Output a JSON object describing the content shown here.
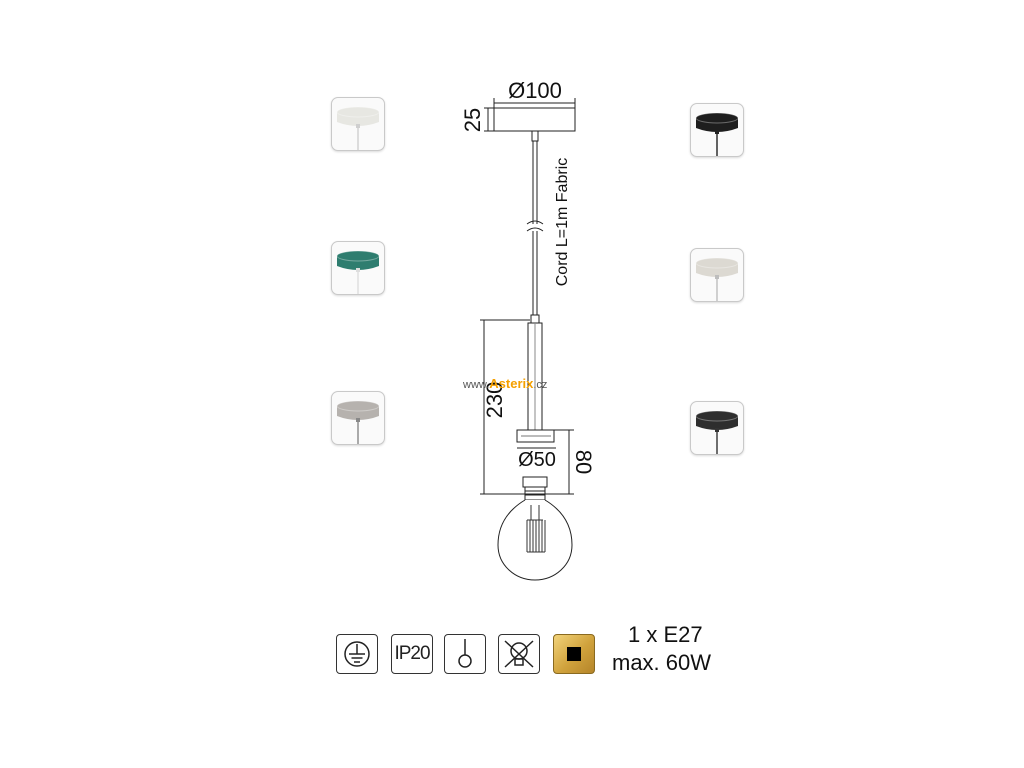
{
  "watermark": {
    "prefix": "www.",
    "brand": "Asterix",
    "suffix": ".cz"
  },
  "dimensions": {
    "canopy_diameter": "Ø100",
    "canopy_height": "25",
    "cord": "Cord L=1m Fabric",
    "body_height": "230",
    "holder_diameter": "Ø50",
    "holder_height": "80"
  },
  "variants": [
    {
      "name": "white",
      "color": "#e7e7e2",
      "cord": "#cfcfcf"
    },
    {
      "name": "black",
      "color": "#1e1e1e",
      "cord": "#222222"
    },
    {
      "name": "teal",
      "color": "#2e7d6f",
      "cord": "#dddddd"
    },
    {
      "name": "beige",
      "color": "#dcd9d2",
      "cord": "#bdbdbd"
    },
    {
      "name": "grey",
      "color": "#b6b2ae",
      "cord": "#888888"
    },
    {
      "name": "dark-grey",
      "color": "#2e2e2e",
      "cord": "#333333"
    }
  ],
  "icons": {
    "ground": "earth-ground-icon",
    "ip": "IP20",
    "mount": "pendant-mount-icon",
    "dimmable": "not-dimmable-icon",
    "finish": {
      "name": "gold-finish-swatch",
      "color": "#d4a23c"
    }
  },
  "specs": {
    "bulb": "1 x E27",
    "power": "max. 60W"
  }
}
